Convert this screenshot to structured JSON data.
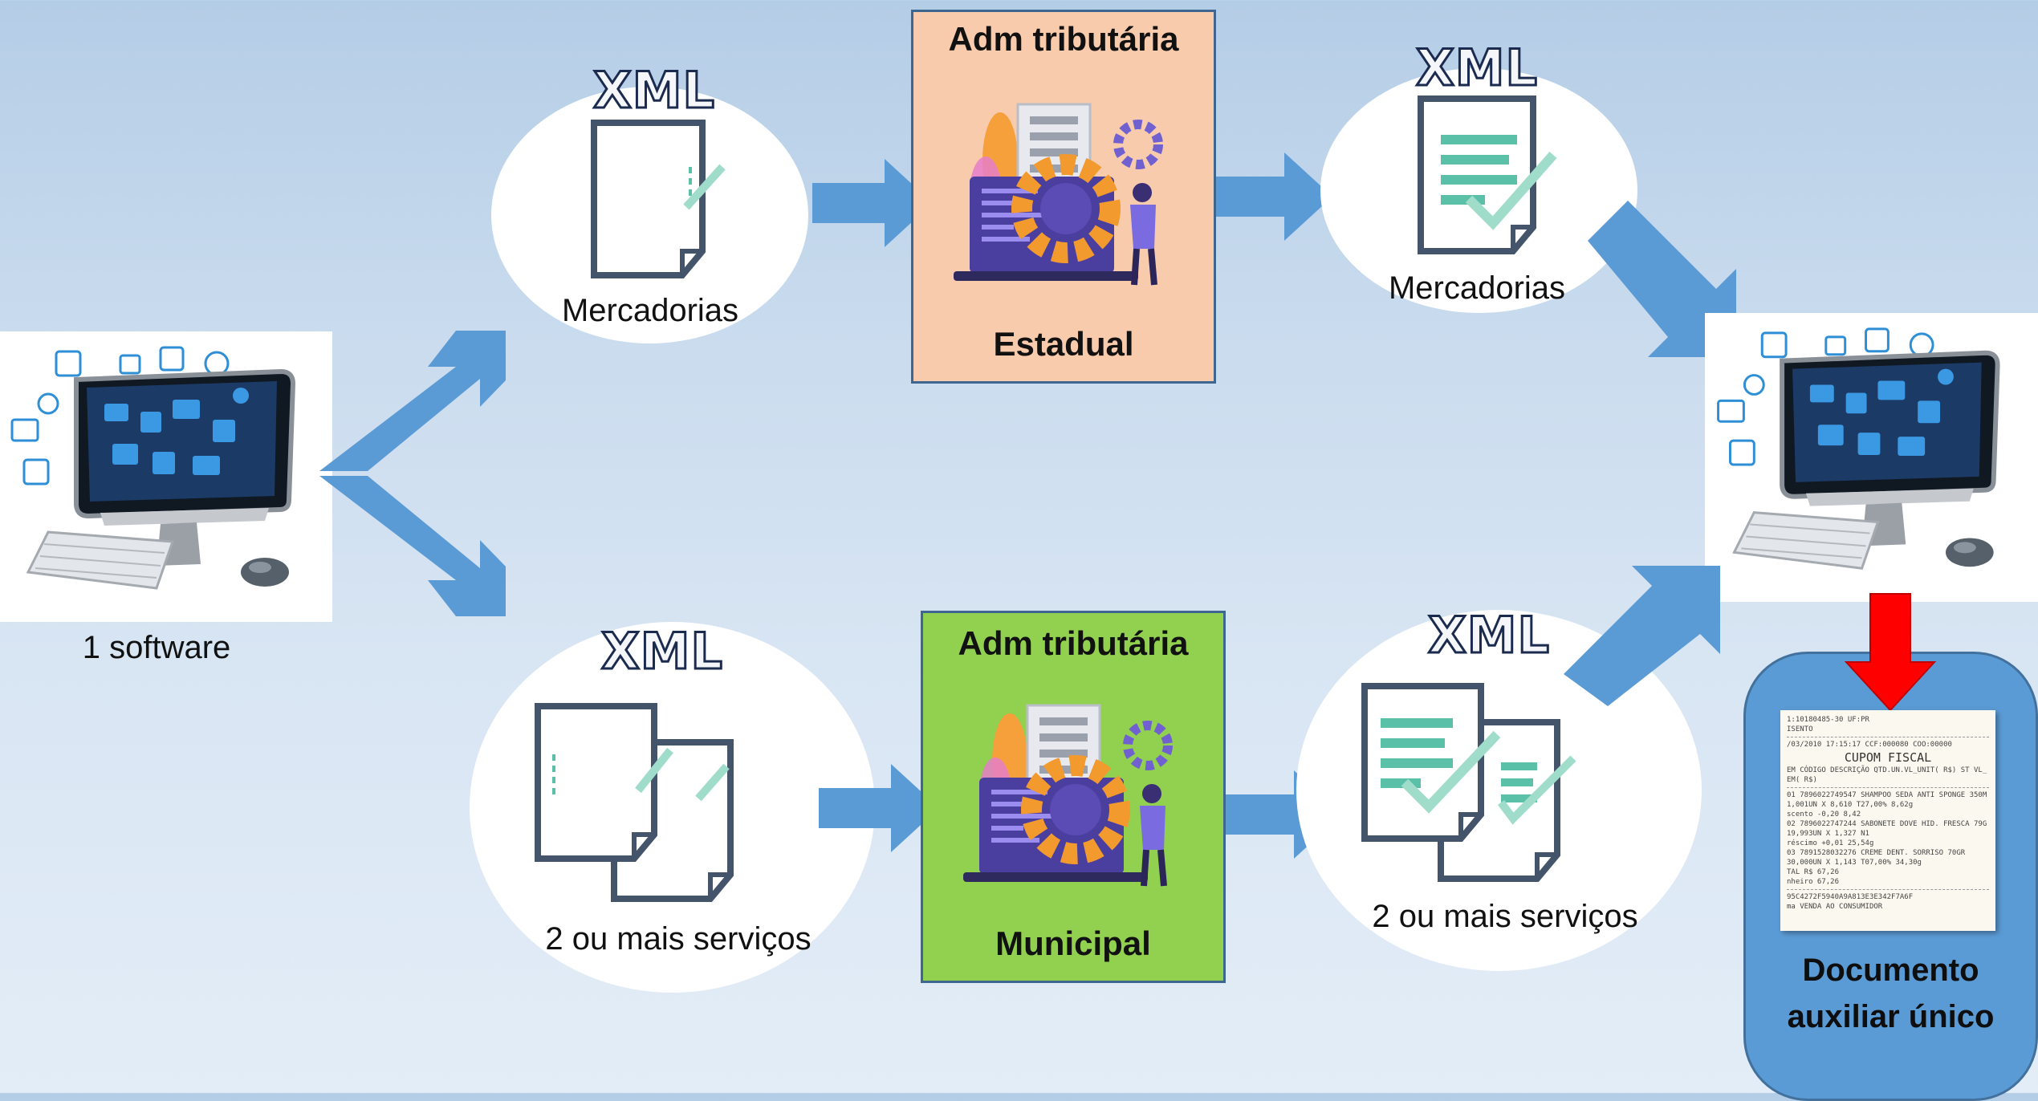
{
  "left_computer": {
    "caption": "1 software"
  },
  "top_row": {
    "input_doc": {
      "format": "XML",
      "caption": "Mercadorias"
    },
    "authority": {
      "title": "Adm tributária",
      "subtitle": "Estadual",
      "color": "#f8cbad"
    },
    "output_doc": {
      "format": "XML",
      "caption": "Mercadorias"
    }
  },
  "bottom_row": {
    "input_doc": {
      "format": "XML",
      "caption": "2 ou mais serviços"
    },
    "authority": {
      "title": "Adm tributária",
      "subtitle": "Municipal",
      "color": "#92d050"
    },
    "output_doc": {
      "format": "XML",
      "caption": "2 ou mais serviços"
    }
  },
  "result": {
    "caption_line1": "Documento",
    "caption_line2": "auxiliar único",
    "receipt": {
      "title": "CUPOM FISCAL",
      "lines": [
        "1:10180485-30                    UF:PR",
        "ISENTO",
        "/03/2010 17:15:17  CCF:000080  COO:00000",
        "EM CÓDIGO DESCRIÇÃO QTD.UN.VL_UNIT( R$) ST VL_",
        "EM( R$)",
        "01 7896022749547  SHAMPOO SEDA ANTI SPONGE 350M",
        "  1,001UN X 8,610    T27,00%         8,62g",
        "scento                -0,20           8,42",
        "02 7896022747244  SABONETE DOVE HID. FRESCA 79G",
        "  19,993UN X 1,327      N1",
        "réscimo              +0,01          25,54g",
        "03 7891528032276   CREME DENT. SORRISO 70GR",
        "  30,000UN X 1,143   T07,00%        34,30g",
        "TAL  R$                             67,26",
        "nheiro                              67,26",
        "95C4272F5940A9A813E3E342F7A6F",
        "ma VENDA AO CONSUMIDOR"
      ]
    }
  },
  "colors": {
    "arrow": "#5b9bd5",
    "arrow_border": "#41719c",
    "down_arrow": "#ff0000",
    "doc_panel": "#5b9bd5",
    "check": "#5bc0a8",
    "doc_outline": "#44546a"
  }
}
